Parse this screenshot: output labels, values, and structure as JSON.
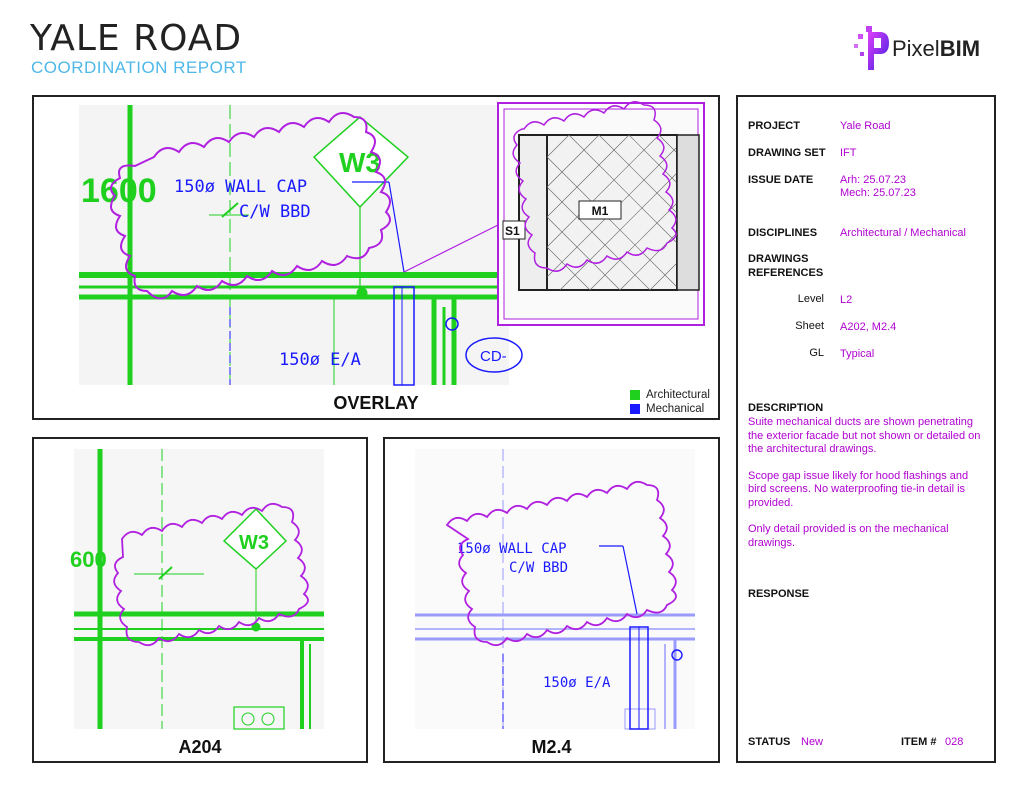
{
  "header": {
    "title": "YALE ROAD",
    "subtitle": "COORDINATION REPORT",
    "logo_text_regular": "Pixel",
    "logo_text_bold": "BIM"
  },
  "overlay": {
    "caption": "OVERLAY",
    "grid_label": "1600",
    "tag_label": "W3",
    "note_line1": "150ø WALL CAP",
    "note_line2": "C/W BBD",
    "ea_label": "150ø E/A",
    "inset_room_label": "M1",
    "inset_s_label": "S1",
    "cd_label": "CD-",
    "legend": [
      {
        "label": "Architectural",
        "color": "#1fd01f"
      },
      {
        "label": "Mechanical",
        "color": "#1a1aff"
      }
    ]
  },
  "a204": {
    "caption": "A204",
    "grid_label": "600",
    "tag_label": "W3"
  },
  "m24": {
    "caption": "M2.4",
    "note_line1": "150ø WALL CAP",
    "note_line2": "C/W BBD",
    "ea_label": "150ø E/A"
  },
  "info": {
    "project_label": "PROJECT",
    "project_value": "Yale Road",
    "drawing_set_label": "DRAWING SET",
    "drawing_set_value": "IFT",
    "issue_date_label": "ISSUE DATE",
    "issue_date_arh": "Arh: 25.07.23",
    "issue_date_mech": "Mech: 25.07.23",
    "disciplines_label": "DISCIPLINES",
    "disciplines_value": "Architectural / Mechanical",
    "drawings_label_1": "DRAWINGS",
    "drawings_label_2": "REFERENCES",
    "level_label": "Level",
    "level_value": "L2",
    "sheet_label": "Sheet",
    "sheet_value": "A202, M2.4",
    "gl_label": "GL",
    "gl_value": "Typical",
    "description_label": "DESCRIPTION",
    "description_p1": "Suite mechanical ducts are shown penetrating the exterior facade but not shown or detailed on the architectural drawings.",
    "description_p2": "Scope gap issue likely for hood flashings and bird screens. No waterproofing tie-in detail is provided.",
    "description_p3": "Only detail provided is on the mechanical drawings.",
    "response_label": "RESPONSE",
    "status_label": "STATUS",
    "status_value": "New",
    "item_label": "ITEM #",
    "item_value": "028"
  }
}
